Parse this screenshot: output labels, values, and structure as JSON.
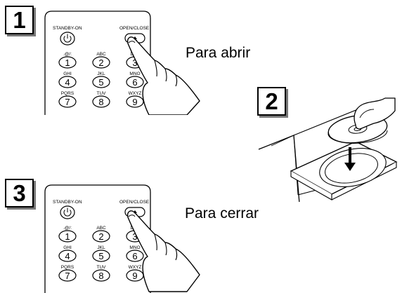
{
  "steps": {
    "one": "1",
    "two": "2",
    "three": "3"
  },
  "captions": {
    "open": "Para abrir",
    "close": "Para cerrar"
  },
  "remote": {
    "standby_label": "STANDBY-ON",
    "open_close_label": "OPEN/CLOSE",
    "keys": [
      {
        "sub": ".@/:",
        "num": "1"
      },
      {
        "sub": "ABC",
        "num": "2"
      },
      {
        "sub": "DEF",
        "num": "3"
      },
      {
        "sub": "GHI",
        "num": "4"
      },
      {
        "sub": "JKL",
        "num": "5"
      },
      {
        "sub": "MNO",
        "num": "6"
      },
      {
        "sub": "PQRS",
        "num": "7"
      },
      {
        "sub": "TUV",
        "num": "8"
      },
      {
        "sub": "WXYZ",
        "num": "9"
      }
    ]
  },
  "icons": {
    "standby": "power-icon",
    "eject": "eject-icon",
    "hand": "pointing-hand-icon",
    "arrow": "arrow-down-icon",
    "disc": "disc-icon",
    "tray": "disc-tray-icon"
  }
}
